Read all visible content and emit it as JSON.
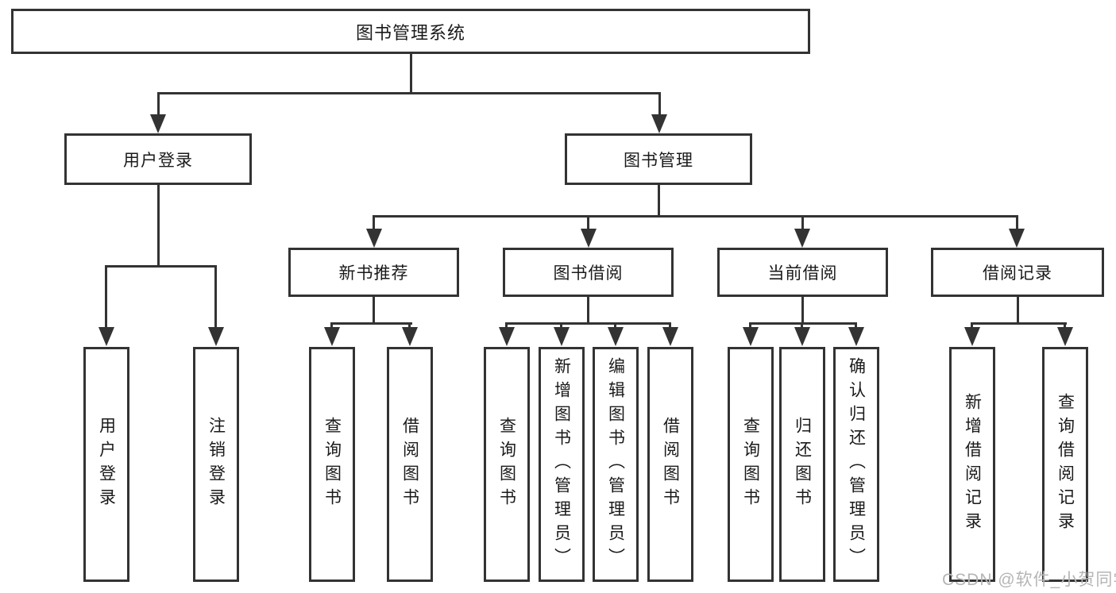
{
  "tree": {
    "root": {
      "label": "图书管理系统"
    },
    "children": [
      {
        "label": "用户登录",
        "children": [
          {
            "label": "用户登录"
          },
          {
            "label": "注销登录"
          }
        ]
      },
      {
        "label": "图书管理",
        "children": [
          {
            "label": "新书推荐",
            "children": [
              {
                "label": "查询图书"
              },
              {
                "label": "借阅图书"
              }
            ]
          },
          {
            "label": "图书借阅",
            "children": [
              {
                "label": "查询图书"
              },
              {
                "label": "新增图书（管理员）"
              },
              {
                "label": "编辑图书（管理员）"
              },
              {
                "label": "借阅图书"
              }
            ]
          },
          {
            "label": "当前借阅",
            "children": [
              {
                "label": "查询图书"
              },
              {
                "label": "归还图书"
              },
              {
                "label": "确认归还（管理员）"
              }
            ]
          },
          {
            "label": "借阅记录",
            "children": [
              {
                "label": "新增借阅记录"
              },
              {
                "label": "查询借阅记录"
              }
            ]
          }
        ]
      }
    ]
  },
  "watermark": {
    "text": "CSDN @软件_小贺同学"
  },
  "colors": {
    "line": "#333333",
    "text": "#1a1a1a",
    "background": "#ffffff",
    "watermark": "#b5b5b5"
  }
}
